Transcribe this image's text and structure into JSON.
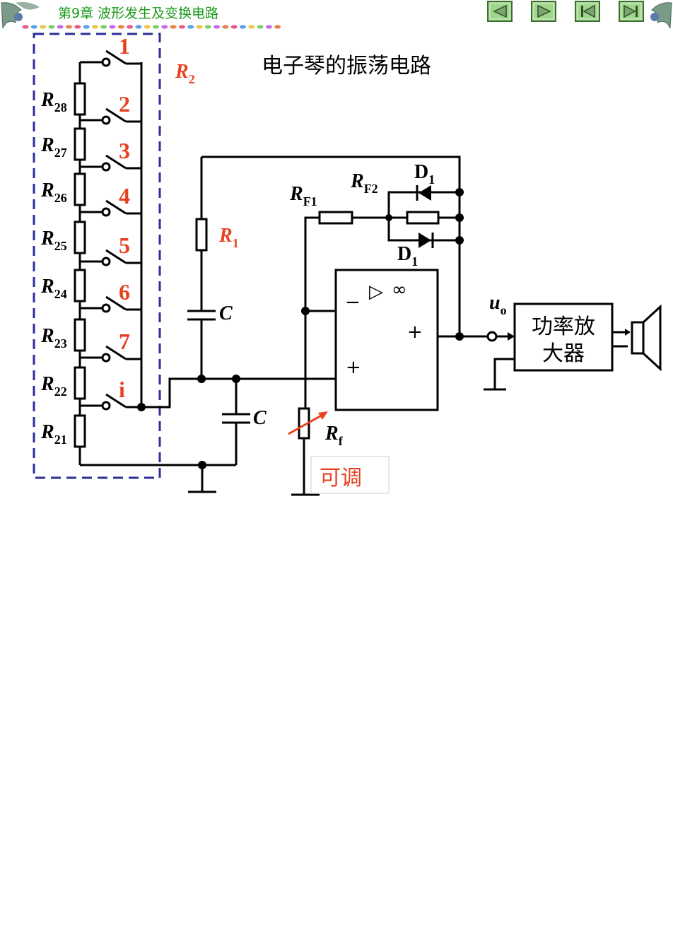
{
  "header": {
    "chapter": "第9章  波形发生及变换电路",
    "nav": [
      {
        "icon": "prev-triangle-icon",
        "name": "nav-prev-button"
      },
      {
        "icon": "next-triangle-icon",
        "name": "nav-next-button"
      },
      {
        "icon": "first-page-icon",
        "name": "nav-first-button"
      },
      {
        "icon": "last-page-icon",
        "name": "nav-last-button"
      }
    ],
    "nav_color": "#7cc46a"
  },
  "diagram": {
    "title": "电子琴的振荡电路",
    "R2_label": {
      "main": "R",
      "sub": "2"
    },
    "switch_numbers": [
      "1",
      "2",
      "3",
      "4",
      "5",
      "6",
      "7",
      "i"
    ],
    "resistor_chain": [
      {
        "main": "R",
        "sub": "28"
      },
      {
        "main": "R",
        "sub": "27"
      },
      {
        "main": "R",
        "sub": "26"
      },
      {
        "main": "R",
        "sub": "25"
      },
      {
        "main": "R",
        "sub": "24"
      },
      {
        "main": "R",
        "sub": "23"
      },
      {
        "main": "R",
        "sub": "22"
      },
      {
        "main": "R",
        "sub": "21"
      }
    ],
    "R1": {
      "main": "R",
      "sub": "1"
    },
    "C_upper": "C",
    "C_lower": "C",
    "RF1": {
      "main": "R",
      "sub": "F1"
    },
    "RF2": {
      "main": "R",
      "sub": "F2"
    },
    "D1_top": {
      "main": "D",
      "sub": "1"
    },
    "D1_bottom": {
      "main": "D",
      "sub": "1"
    },
    "opamp": {
      "triangle": "▷",
      "gain": "∞",
      "minus": "−",
      "plus_in": "+",
      "plus_out": "+"
    },
    "output_label": {
      "main": "u",
      "sub": "o"
    },
    "amplifier": {
      "line1": "功率放",
      "line2": "大器"
    },
    "Rf": {
      "main": "R",
      "sub": "f"
    },
    "adjustable": "可调",
    "colors": {
      "accent_red": "#e8411f",
      "dashed_box": "#2c2c9c",
      "wire": "#000000"
    }
  }
}
